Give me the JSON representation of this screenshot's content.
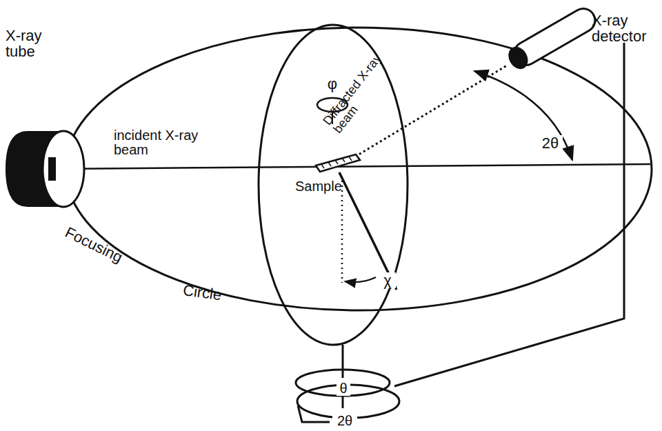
{
  "diagram": {
    "labels": [
      "X-ray tube",
      "incident X-ray beam",
      "Diffracted X-ray beam",
      "X-ray detector",
      "φ",
      "Sample",
      "χ",
      "2θ",
      "Focusing",
      "Circle",
      "θ",
      "2θ"
    ]
  }
}
